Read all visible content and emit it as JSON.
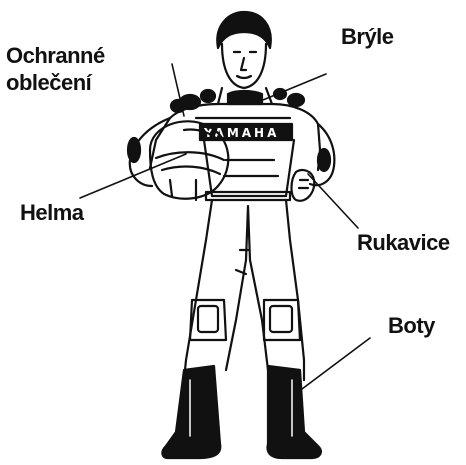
{
  "labels": {
    "protective_clothing": {
      "line1": "Ochranné",
      "line2": "oblečení"
    },
    "goggles": "Brýle",
    "helmet": "Helma",
    "gloves": "Rukavice",
    "boots": "Boty"
  },
  "colors": {
    "ink": "#111111",
    "background": "#ffffff"
  }
}
